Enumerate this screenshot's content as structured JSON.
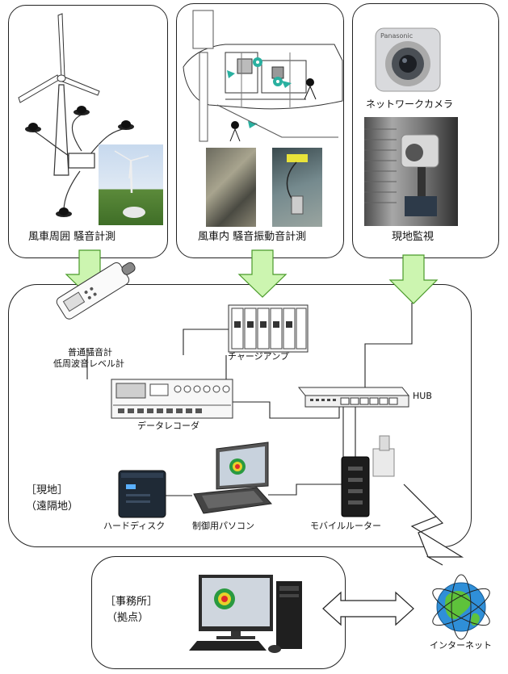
{
  "top_panels": {
    "panel1_caption": "風車周囲 騒音計測",
    "panel2_caption": "風車内 騒音振動音計測",
    "panel3_caption": "現地監視",
    "network_camera_label": "ネットワークカメラ"
  },
  "site": {
    "sound_meter_label_line1": "普通騒音計",
    "sound_meter_label_line2": "低周波音レベル計",
    "charge_amp_label": "チャージアンプ",
    "data_recorder_label": "データレコーダ",
    "hub_label": "HUB",
    "hard_disk_label": "ハードディスク",
    "control_pc_label": "制御用パソコン",
    "mobile_router_label": "モバイルルーター",
    "site_label_line1": "［現地］",
    "site_label_line2": "（遠隔地）"
  },
  "office": {
    "office_label_line1": "［事務所］",
    "office_label_line2": "（拠点）",
    "internet_label": "インターネット"
  },
  "colors": {
    "arrow_fill": "#ccf5b0",
    "arrow_stroke": "#4a9a2a",
    "panel_border": "#222222",
    "sensor_teal": "#2ab0a0"
  }
}
